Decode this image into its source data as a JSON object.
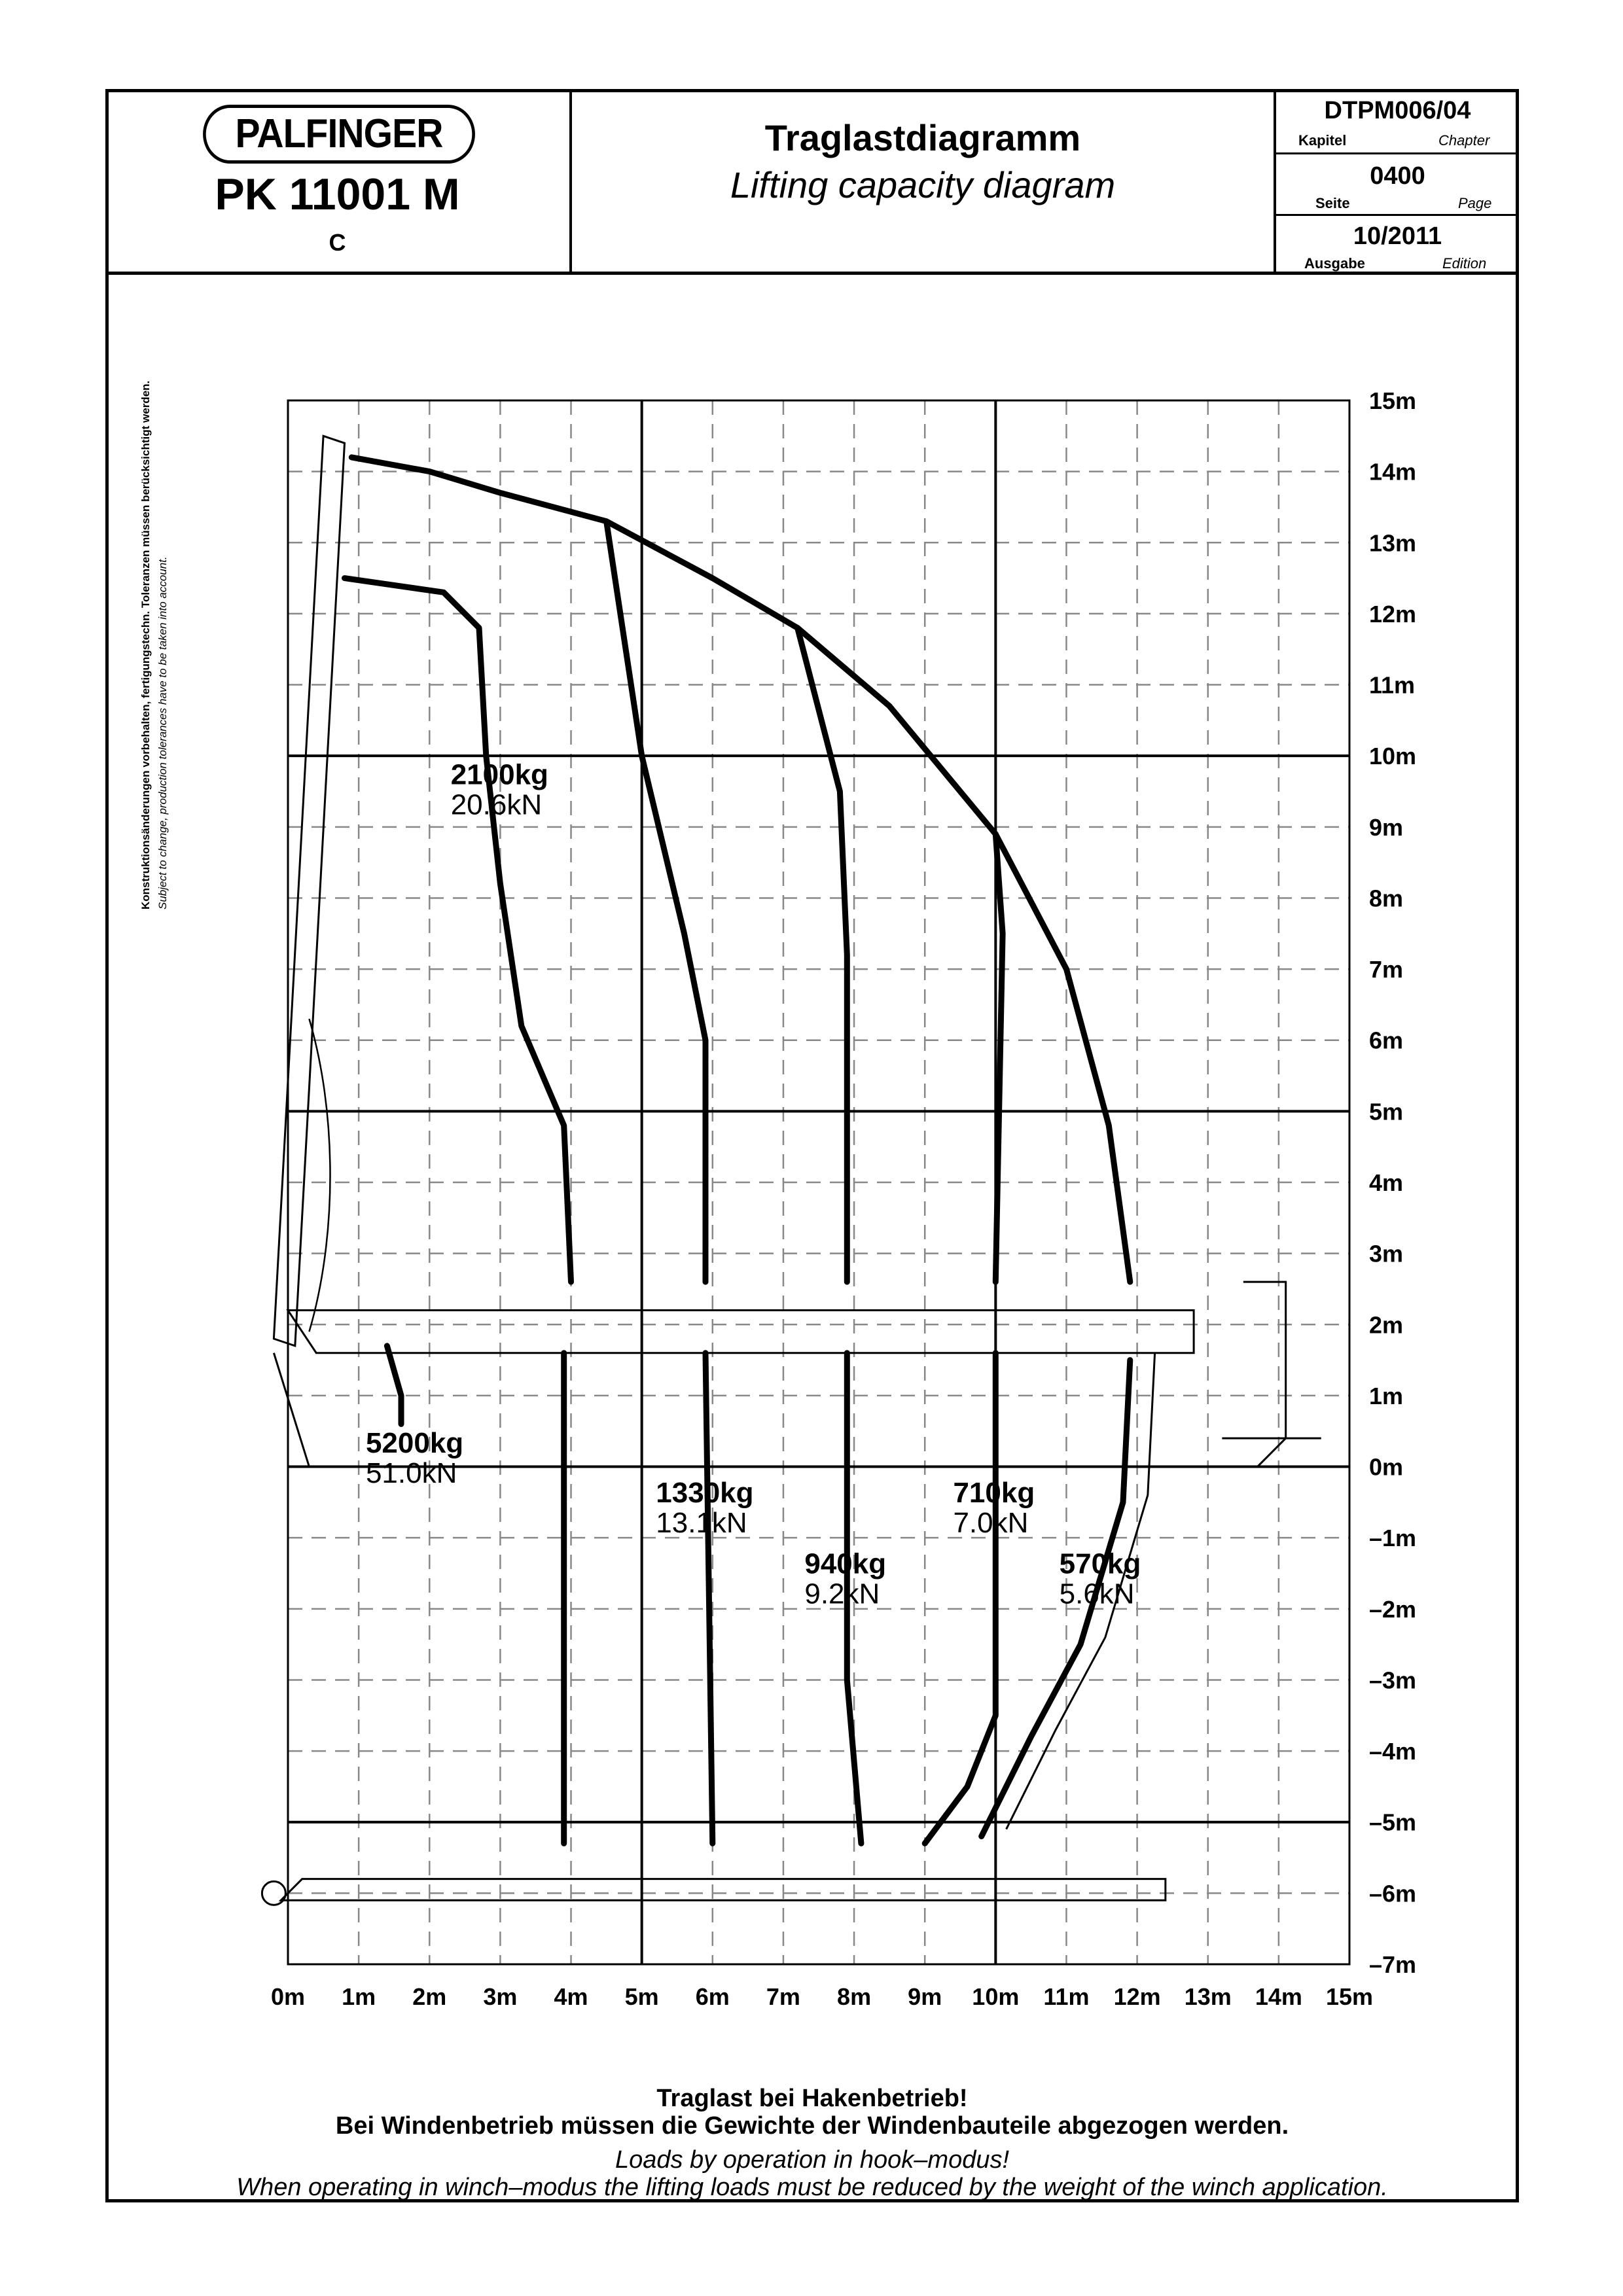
{
  "header": {
    "logo_text": "PALFINGER",
    "model": "PK 11001 M",
    "variant": "C",
    "title_de": "Traglastdiagramm",
    "title_en": "Lifting capacity diagram",
    "doc_number": "DTPM006/04",
    "chapter_de": "Kapitel",
    "chapter_en": "Chapter",
    "page_number": "0400",
    "page_de": "Seite",
    "page_en": "Page",
    "edition_number": "10/2011",
    "edition_de": "Ausgabe",
    "edition_en": "Edition"
  },
  "side_note": {
    "de": "Konstruktionsänderungen vorbehalten, fertigungstechn. Toleranzen müssen berücksichtigt werden.",
    "en": "Subject to change, production tolerances have to be taken into account."
  },
  "chart_data": {
    "type": "line",
    "xlim": [
      0,
      15
    ],
    "ylim": [
      -7,
      15
    ],
    "x_ticks": [
      "0m",
      "1m",
      "2m",
      "3m",
      "4m",
      "5m",
      "6m",
      "7m",
      "8m",
      "9m",
      "10m",
      "11m",
      "12m",
      "13m",
      "14m",
      "15m"
    ],
    "y_ticks": [
      "15m",
      "14m",
      "13m",
      "12m",
      "11m",
      "10m",
      "9m",
      "8m",
      "7m",
      "6m",
      "5m",
      "4m",
      "3m",
      "2m",
      "1m",
      "0m",
      "–1m",
      "–2m",
      "–3m",
      "–4m",
      "–5m",
      "–6m",
      "–7m"
    ],
    "grid": true,
    "envelope": [
      [
        0.9,
        14.2
      ],
      [
        2.0,
        14.0
      ],
      [
        3.0,
        13.7
      ],
      [
        4.5,
        13.3
      ],
      [
        6.0,
        12.5
      ],
      [
        7.2,
        11.8
      ],
      [
        8.5,
        10.7
      ],
      [
        10.0,
        8.9
      ],
      [
        11.0,
        7.0
      ],
      [
        11.6,
        4.8
      ],
      [
        11.9,
        2.6
      ]
    ],
    "series": [
      {
        "load_kg": "2100kg",
        "load_kn": "20.6kN",
        "points": [
          [
            0.8,
            12.5
          ],
          [
            2.2,
            12.3
          ],
          [
            2.7,
            11.8
          ],
          [
            2.8,
            10.0
          ],
          [
            3.0,
            8.2
          ],
          [
            3.3,
            6.2
          ],
          [
            3.9,
            4.8
          ],
          [
            4.0,
            2.6
          ]
        ]
      },
      {
        "load_kg": "1330kg",
        "load_kn": "13.1kN",
        "points": [
          [
            4.5,
            13.3
          ],
          [
            5.0,
            10.0
          ],
          [
            5.6,
            7.5
          ],
          [
            5.9,
            6.0
          ],
          [
            5.9,
            2.6
          ]
        ]
      },
      {
        "load_kg": "940kg",
        "load_kn": "9.2kN",
        "points": [
          [
            7.2,
            11.8
          ],
          [
            7.8,
            9.5
          ],
          [
            7.9,
            7.2
          ],
          [
            7.9,
            2.6
          ]
        ]
      },
      {
        "load_kg": "710kg",
        "load_kn": "7.0kN",
        "points": [
          [
            10.0,
            8.9
          ],
          [
            10.1,
            7.5
          ],
          [
            10.0,
            2.6
          ]
        ]
      },
      {
        "load_kg": "5200kg",
        "load_kn": "51.0kN",
        "points": [
          [
            1.4,
            1.7
          ],
          [
            1.6,
            1.0
          ],
          [
            1.6,
            0.6
          ]
        ]
      },
      {
        "load_kg": "570kg",
        "load_kn": "5.6kN",
        "points": [
          [
            11.9,
            1.5
          ],
          [
            11.8,
            -0.5
          ],
          [
            11.2,
            -2.5
          ],
          [
            10.5,
            -3.8
          ],
          [
            9.8,
            -5.2
          ]
        ]
      }
    ],
    "lower_curves": [
      [
        [
          3.9,
          1.6
        ],
        [
          3.9,
          -5.3
        ]
      ],
      [
        [
          5.9,
          1.6
        ],
        [
          6.0,
          -5.3
        ]
      ],
      [
        [
          7.9,
          1.6
        ],
        [
          7.9,
          -3.0
        ],
        [
          8.1,
          -5.3
        ]
      ],
      [
        [
          10.0,
          1.6
        ],
        [
          10.0,
          -3.5
        ],
        [
          9.6,
          -4.5
        ],
        [
          9.0,
          -5.3
        ]
      ]
    ],
    "load_labels": [
      {
        "kg": "2100kg",
        "kn": "20.6kN",
        "x": 2.3,
        "y": 9.6
      },
      {
        "kg": "5200kg",
        "kn": "51.0kN",
        "x": 1.1,
        "y": 0.2
      },
      {
        "kg": "1330kg",
        "kn": "13.1kN",
        "x": 5.2,
        "y": -0.5
      },
      {
        "kg": "940kg",
        "kn": "9.2kN",
        "x": 7.3,
        "y": -1.5
      },
      {
        "kg": "710kg",
        "kn": "7.0kN",
        "x": 9.4,
        "y": -0.5
      },
      {
        "kg": "570kg",
        "kn": "5.6kN",
        "x": 10.9,
        "y": -1.5
      }
    ]
  },
  "notes": {
    "de_line1": "Traglast bei Hakenbetrieb!",
    "de_line2": "Bei Windenbetrieb müssen die Gewichte der Windenbauteile abgezogen werden.",
    "en_line1": "Loads by operation in hook–modus!",
    "en_line2": "When operating in winch–modus the lifting loads must be reduced by the weight of the winch application."
  }
}
